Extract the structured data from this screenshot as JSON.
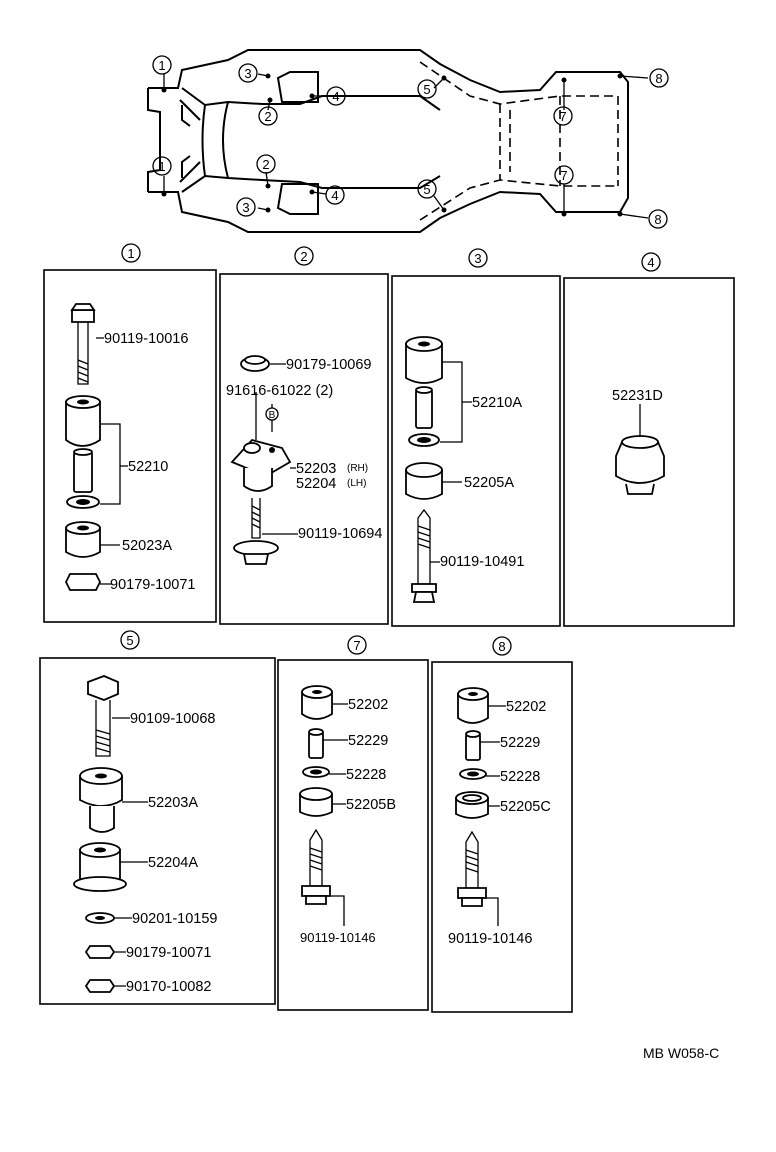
{
  "frame_markers": [
    "1",
    "2",
    "3",
    "4",
    "5",
    "7",
    "8",
    "1",
    "2",
    "3",
    "4",
    "5",
    "7",
    "8"
  ],
  "panels": [
    {
      "marker": "1",
      "parts": [
        "90119-10016",
        "52210",
        "52023A",
        "90179-10071"
      ]
    },
    {
      "marker": "2",
      "parts": [
        "90179-10069",
        "91616-61022 (2)",
        "B",
        "52203",
        "(RH)",
        "52204",
        "(LH)",
        "90119-10694"
      ]
    },
    {
      "marker": "3",
      "parts": [
        "52210A",
        "52205A",
        "90119-10491"
      ]
    },
    {
      "marker": "4",
      "parts": [
        "52231D"
      ]
    },
    {
      "marker": "5",
      "parts": [
        "90109-10068",
        "52203A",
        "52204A",
        "90201-10159",
        "90179-10071",
        "90170-10082"
      ]
    },
    {
      "marker": "7",
      "parts": [
        "52202",
        "52229",
        "52228",
        "52205B",
        "90119-10146"
      ]
    },
    {
      "marker": "8",
      "parts": [
        "52202",
        "52229",
        "52228",
        "52205C",
        "90119-10146"
      ]
    }
  ],
  "figure_code": "MB W058-C"
}
